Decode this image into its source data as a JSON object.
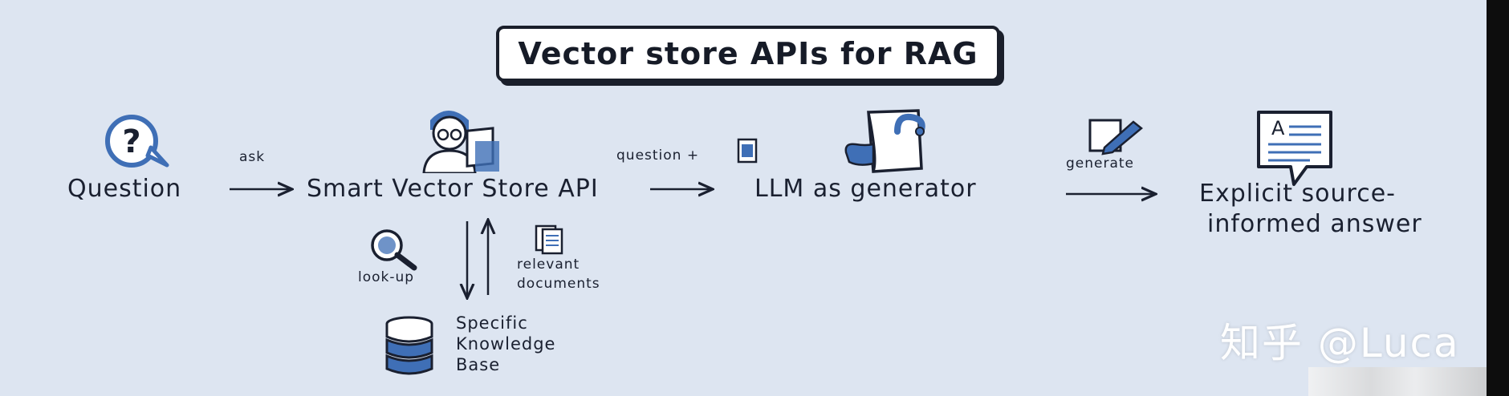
{
  "title": "Vector store APIs for RAG",
  "nodes": {
    "question": "Question",
    "smart_api": "Smart Vector Store API",
    "llm": "LLM as generator",
    "answer_line1": "Explicit source-",
    "answer_line2": "informed answer",
    "kb_line1": "Specific",
    "kb_line2": "Knowledge",
    "kb_line3": "Base"
  },
  "edges": {
    "ask": "ask",
    "question_plus": "question +",
    "generate": "generate",
    "lookup": "look-up",
    "relevant_line1": "relevant",
    "relevant_line2": "documents"
  },
  "icons": {
    "question": "question-bubble-icon",
    "person": "person-with-laptop-icon",
    "doc_small": "document-icon",
    "llm": "book-snake-icon",
    "pencil": "pencil-paper-icon",
    "answer": "document-speech-bubble-icon",
    "magnifier": "magnifier-icon",
    "database": "database-icon"
  },
  "watermark": "知乎 @Luca",
  "colors": {
    "background": "#dde5f1",
    "ink": "#1a2030",
    "accent": "#3f6fb6"
  }
}
